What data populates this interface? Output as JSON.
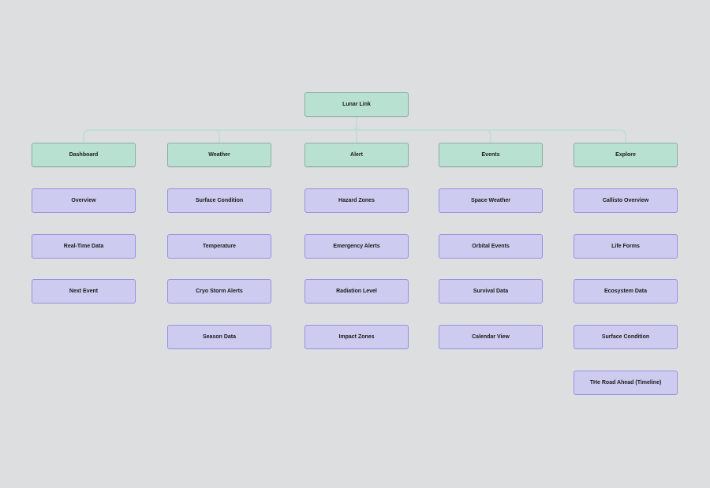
{
  "root": {
    "label": "Lunar Link"
  },
  "columns": [
    {
      "label": "Dashboard",
      "items": [
        "Overview",
        "Real-Time Data",
        "Next Event"
      ]
    },
    {
      "label": "Weather",
      "items": [
        "Surface Condition",
        "Temperature",
        "Cryo Storm Alerts",
        "Season Data"
      ]
    },
    {
      "label": "Alert",
      "items": [
        "Hazard Zones",
        "Emergency Alerts",
        "Radiation Level",
        "Impact Zones"
      ]
    },
    {
      "label": "Events",
      "items": [
        "Space Weather",
        "Orbital Events",
        "Survival Data",
        "Calendar View"
      ]
    },
    {
      "label": "Explore",
      "items": [
        "Callisto Overview",
        "Life Forms",
        "Ecosystem Data",
        "Surface Condition",
        "THe Road Ahead (Timeline)"
      ]
    }
  ],
  "colors": {
    "background": "#dddee0",
    "category_fill": "#b8e1d2",
    "category_border": "#8aae9f",
    "leaf_fill": "#cdcbef",
    "leaf_border": "#9b8fe2",
    "connector": "#b9dfd3"
  }
}
